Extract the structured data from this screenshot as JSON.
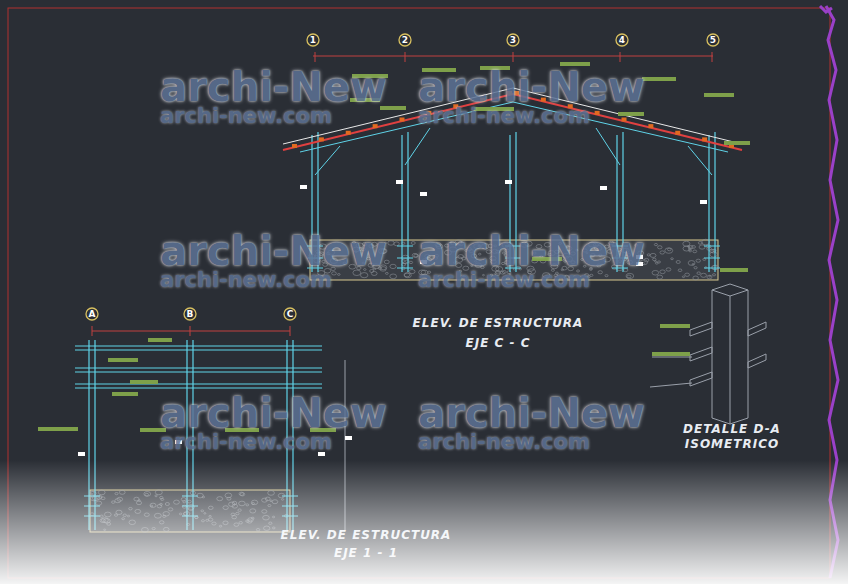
{
  "diagram": {
    "nodes": [
      {
        "text": [
          "1"
        ]
      },
      {
        "text": [
          "2"
        ]
      },
      {
        "text": [
          "3"
        ]
      },
      {
        "text": [
          "4"
        ]
      },
      {
        "text": [
          "5"
        ]
      },
      {
        "text": [
          "A"
        ]
      },
      {
        "text": [
          "B"
        ]
      },
      {
        "text": [
          "C"
        ]
      }
    ],
    "labels": [
      "archi-New",
      "archi-new.com",
      "archi-New",
      "archi-new.com",
      "archi-New",
      "archi-new.com",
      "archi-New",
      "archi-new.com",
      "archi-New",
      "archi-new.com",
      "archi-New",
      "archi-new.com",
      "ELEV. DE ESTRUCTURA",
      "EJE C - C",
      "DETALLE D-A",
      "ISOMETRICO",
      "ELEV. DE ESTRUCTURA",
      "EJE 1 - 1"
    ]
  }
}
